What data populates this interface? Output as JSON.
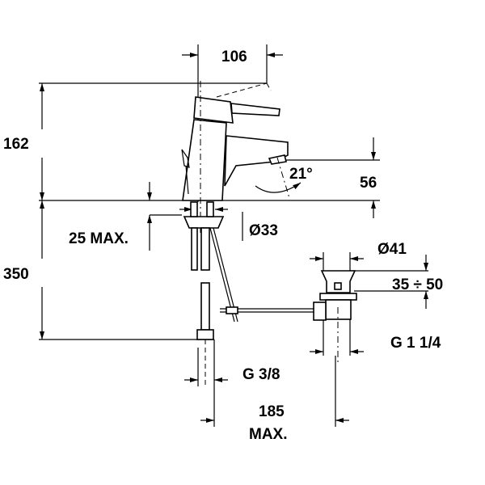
{
  "drawing": {
    "dimensions": {
      "spout_reach": "106",
      "total_height": "162",
      "spout_angle": "21°",
      "spout_height": "56",
      "deck_thickness": "25 MAX.",
      "hole_diameter": "Ø33",
      "hose_length": "350",
      "waste_diameter": "Ø41",
      "waste_range": "35 ÷ 50",
      "waste_thread": "G 1 1/4",
      "supply_thread": "G 3/8",
      "rod_distance": "185",
      "rod_distance_suffix": "MAX."
    }
  }
}
